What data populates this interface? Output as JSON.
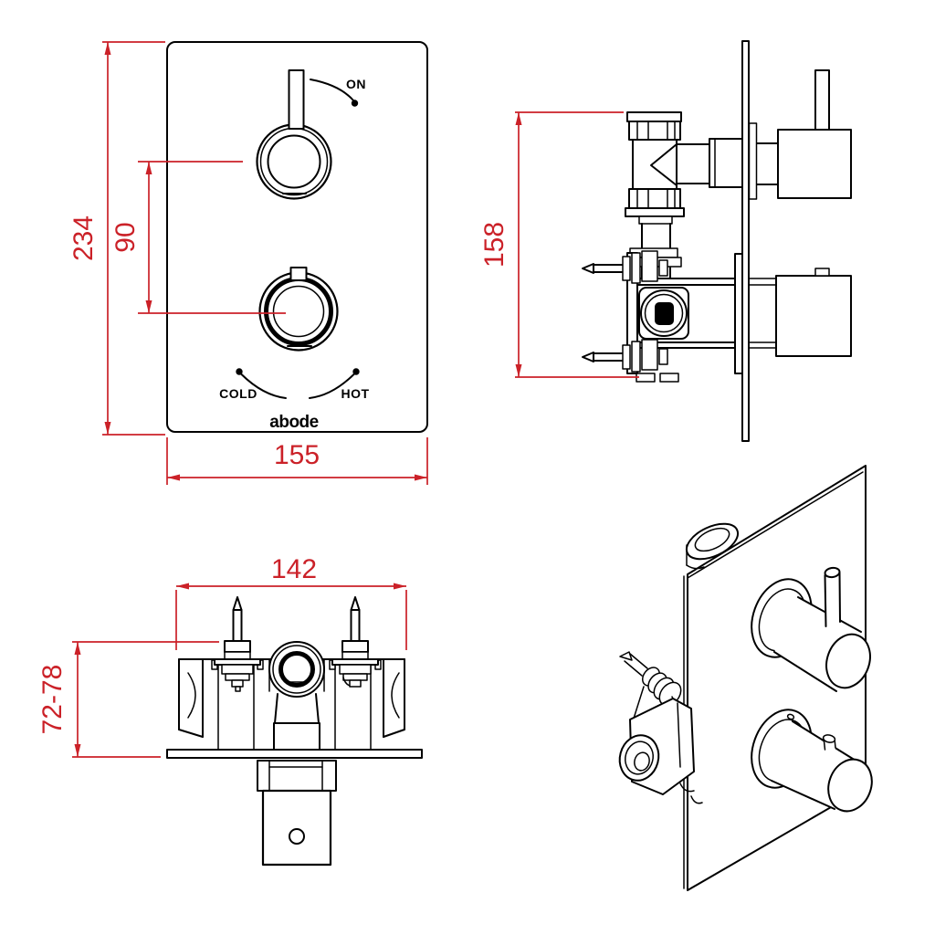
{
  "colors": {
    "line_color": "#000000",
    "dimension_color": "#cb2128",
    "background": "#ffffff"
  },
  "front_view": {
    "dimensions": {
      "overall_height_mm": "234",
      "handle_centres_mm": "90",
      "overall_width_mm": "155"
    },
    "labels": {
      "on": "ON",
      "cold": "COLD",
      "hot": "HOT"
    },
    "brand_logo": "abode"
  },
  "side_view": {
    "dimensions": {
      "overall_depth_mm": "158"
    }
  },
  "top_view": {
    "dimensions": {
      "body_width_mm": "142",
      "recess_depth_range_mm": "72-78"
    }
  }
}
